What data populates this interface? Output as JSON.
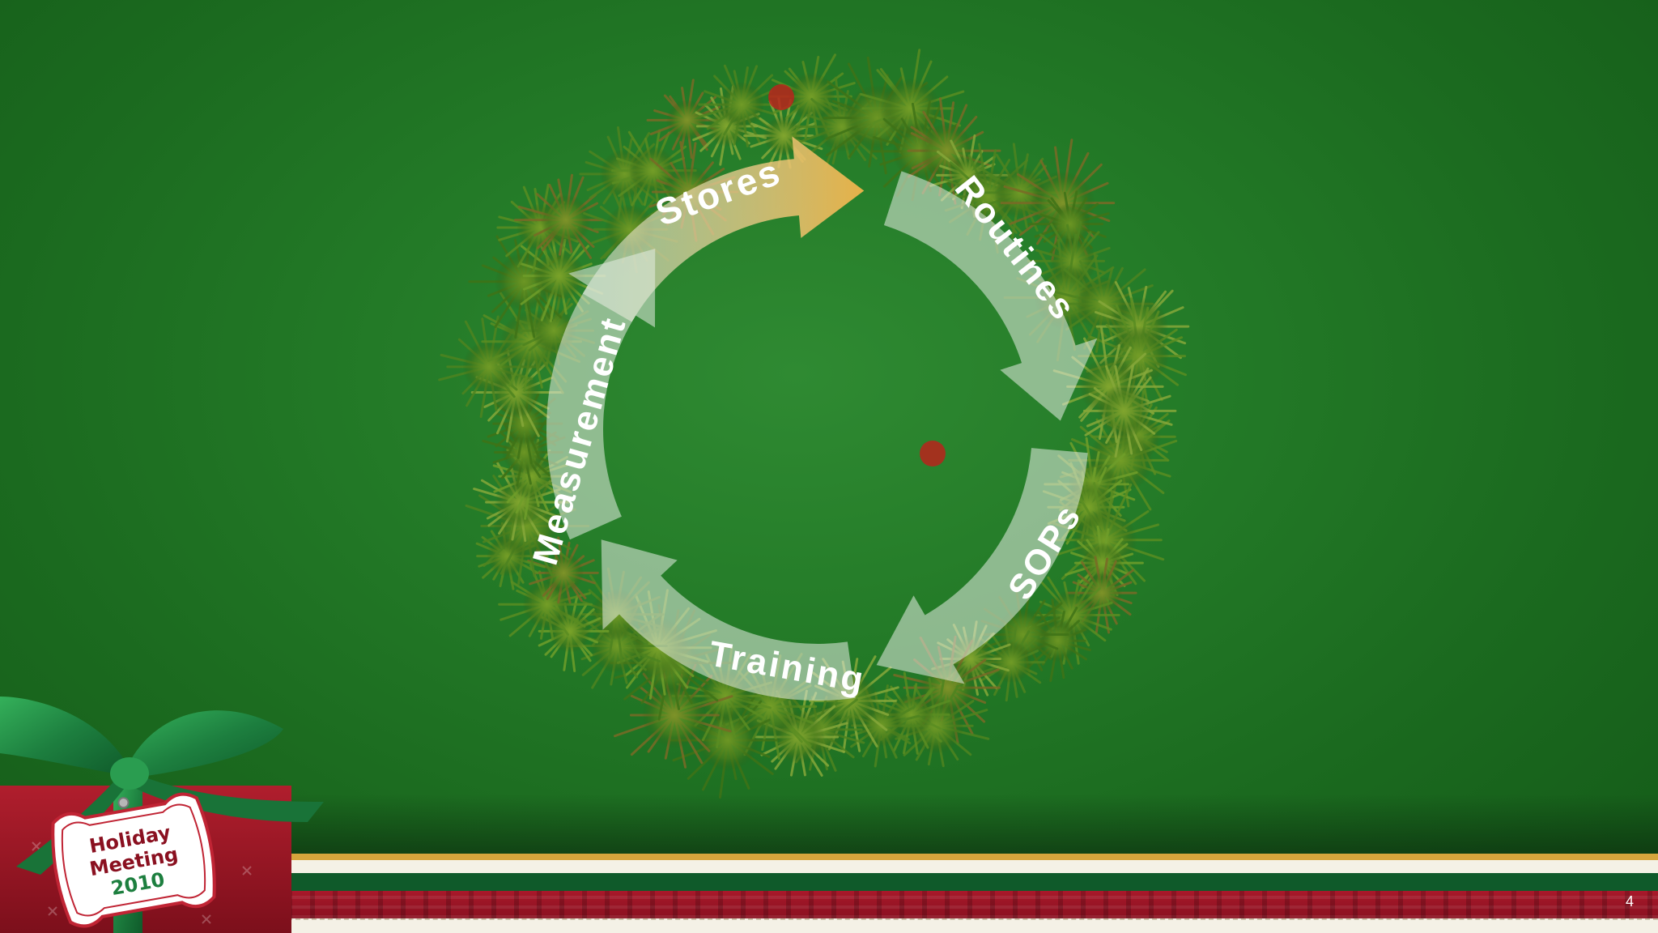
{
  "slide": {
    "page_number": "4",
    "badge": {
      "line1": "Holiday",
      "line2": "Meeting",
      "line3": "2010"
    }
  },
  "cycle": {
    "steps": [
      {
        "label": "Stores"
      },
      {
        "label": "Routines"
      },
      {
        "label": "SOPs"
      },
      {
        "label": "Training"
      },
      {
        "label": "Measurement"
      }
    ]
  },
  "colors": {
    "background": "#237a27",
    "accent_arrow": "#f0b44a",
    "arrow_fill": "#e6ece4",
    "stripe_gold": "#d6a53c",
    "stripe_green": "#0f5a2a",
    "stripe_red": "#a8192a",
    "ribbon": "#1f8a45"
  }
}
